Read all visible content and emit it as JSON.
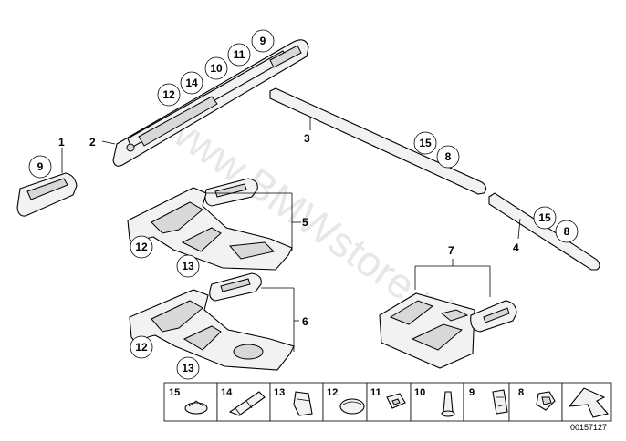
{
  "diagram": {
    "watermark": "www.BMWstore.pl",
    "doc_number": "00157127",
    "part_labels": [
      "1",
      "2",
      "3",
      "4",
      "5",
      "6",
      "7"
    ],
    "callouts": {
      "part1": [
        "9"
      ],
      "part2": [
        "12",
        "14",
        "10",
        "11",
        "9"
      ],
      "part3": [
        "15",
        "8"
      ],
      "part4": [
        "15",
        "8"
      ],
      "part5": [
        "12",
        "13"
      ],
      "part6": [
        "12",
        "13"
      ]
    },
    "legend": [
      "15",
      "14",
      "13",
      "12",
      "11",
      "10",
      "9",
      "8"
    ]
  }
}
